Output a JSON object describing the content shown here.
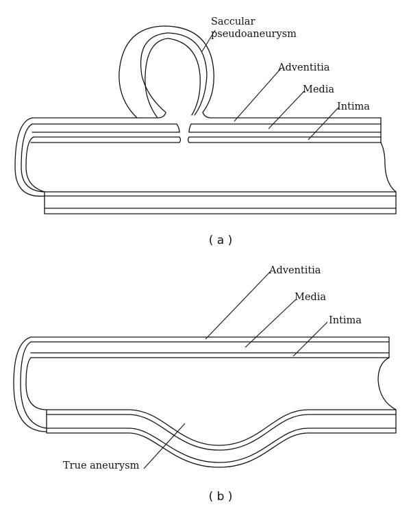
{
  "panel_a": {
    "label_saccular": "Saccular",
    "label_pseudoaneurysm": "pseudoaneurysm",
    "label_adventitia": "Adventitia",
    "label_media": "Media",
    "label_intima": "Intima",
    "caption": "( a )"
  },
  "panel_b": {
    "label_adventitia": "Adventitia",
    "label_media": "Media",
    "label_intima": "Intima",
    "label_true_aneurysm": "True aneurysm",
    "caption": "( b )"
  }
}
